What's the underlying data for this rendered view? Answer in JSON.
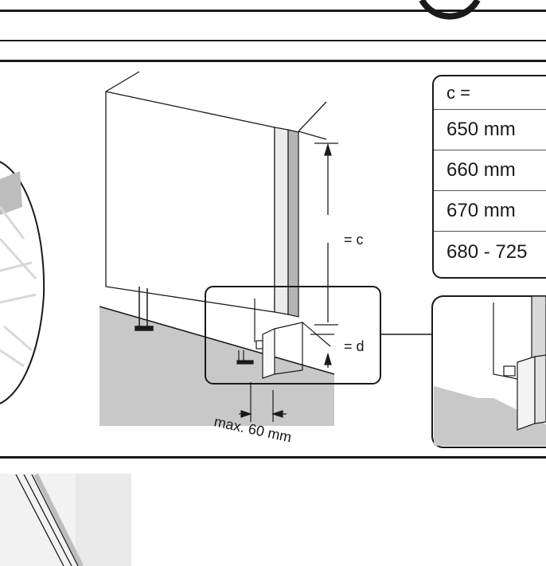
{
  "diagram": {
    "labels": {
      "dim_c": "= c",
      "dim_d": "= d",
      "max_gap": "max. 60 mm"
    },
    "table": {
      "header": "c =",
      "rows": [
        "650 mm",
        "660 mm",
        "670 mm",
        "680 - 725"
      ]
    }
  },
  "colors": {
    "line": "#1a1a1a",
    "floor": "#c8c8c8",
    "panel": "#d6d6d6",
    "accent_strip": "#b5b5b5"
  }
}
